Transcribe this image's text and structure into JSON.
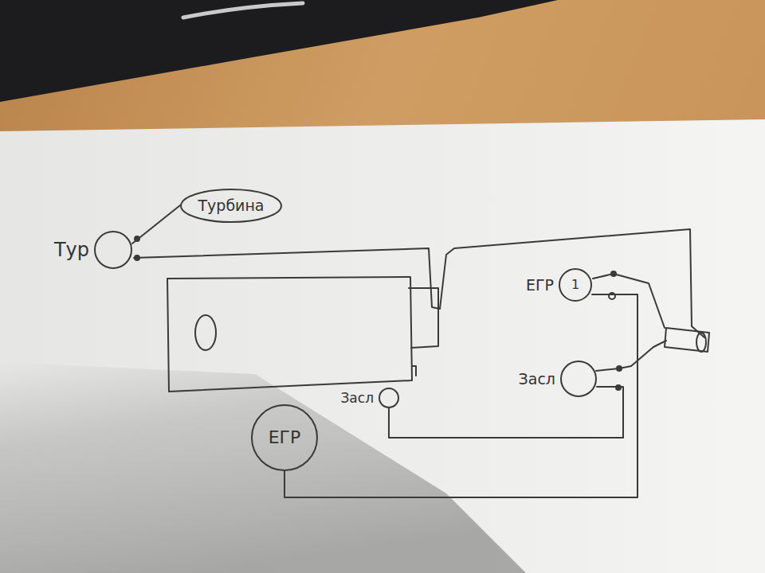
{
  "diagram": {
    "nodes": [
      {
        "text": [
          "Турбина"
        ]
      },
      {
        "text": [
          "Тур"
        ]
      },
      {
        "text": [
          "ЕГР",
          "1"
        ]
      },
      {
        "text": [
          "Засл"
        ]
      },
      {
        "text": [
          "Засл"
        ]
      },
      {
        "text": [
          "ЕГР"
        ]
      }
    ],
    "edges": [
      {
        "from": 1,
        "to": 0,
        "arrow": "none"
      },
      {
        "from": 4,
        "to": 3,
        "arrow": "none"
      },
      {
        "from": 5,
        "to": 2,
        "arrow": "none"
      }
    ]
  }
}
